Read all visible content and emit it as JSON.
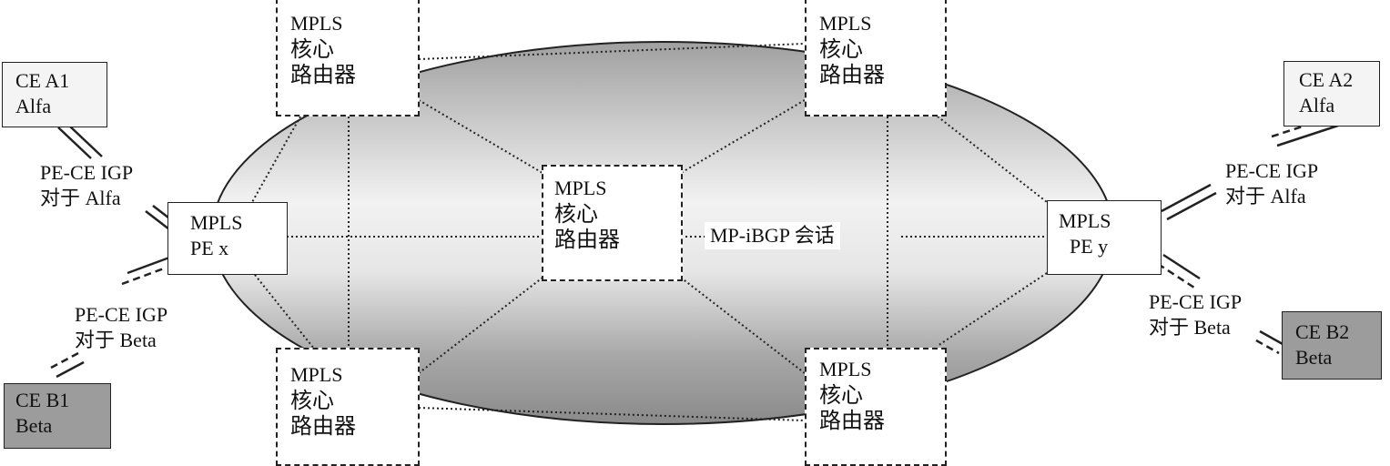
{
  "core_routers": {
    "top_left": {
      "line1": "MPLS",
      "line2": "核心",
      "line3": "路由器"
    },
    "top_right": {
      "line1": "MPLS",
      "line2": "核心",
      "line3": "路由器"
    },
    "center": {
      "line1": "MPLS",
      "line2": "核心",
      "line3": "路由器"
    },
    "bottom_left": {
      "line1": "MPLS",
      "line2": "核心",
      "line3": "路由器"
    },
    "bottom_right": {
      "line1": "MPLS",
      "line2": "核心",
      "line3": "路由器"
    }
  },
  "pe_routers": {
    "pe_x": {
      "line1": "MPLS",
      "line2": "PE x"
    },
    "pe_y": {
      "line1": "MPLS",
      "line2": "PE y"
    }
  },
  "ce_routers": {
    "ce_a1": {
      "line1": "CE A1",
      "line2": "Alfa"
    },
    "ce_b1": {
      "line1": "CE  B1",
      "line2": "Beta"
    },
    "ce_a2": {
      "line1": "CE  A2",
      "line2": "Alfa"
    },
    "ce_b2": {
      "line1": "CE  B2",
      "line2": "Beta"
    }
  },
  "links": {
    "left_alfa": {
      "line1": "PE-CE IGP",
      "line2": "对于 Alfa"
    },
    "left_beta": {
      "line1": "PE-CE IGP",
      "line2": "对于 Beta"
    },
    "right_alfa": {
      "line1": "PE-CE IGP",
      "line2": "对于 Alfa"
    },
    "right_beta": {
      "line1": "PE-CE IGP",
      "line2": "对于 Beta"
    }
  },
  "session_label": "MP-iBGP 会话",
  "colors": {
    "cloud_dark": "#8a8a8a",
    "cloud_light": "#f0f0f0",
    "ce_alfa": "#f4f4f4",
    "ce_beta": "#9c9c9c"
  }
}
